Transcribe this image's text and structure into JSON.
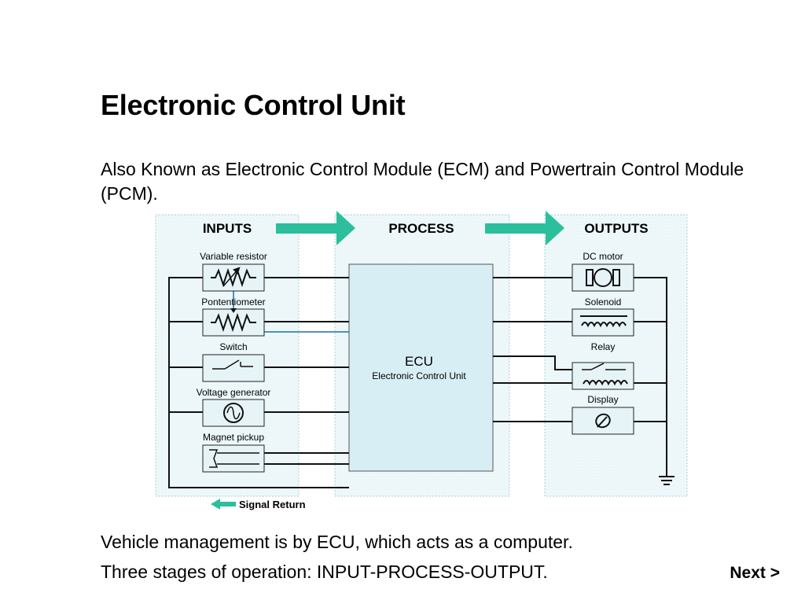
{
  "slide": {
    "title": "Electronic Control Unit",
    "subtitle": "Also Known as Electronic Control Module (ECM) and Powertrain Control Module (PCM).",
    "bullets": [
      "Vehicle management is by ECU, which acts as a computer.",
      "Three stages of operation: INPUT-PROCESS-OUTPUT."
    ],
    "next_label": "Next >"
  },
  "diagram": {
    "headers": {
      "inputs": "INPUTS",
      "process": "PROCESS",
      "outputs": "OUTPUTS"
    },
    "ecu": {
      "title": "ECU",
      "subtitle": "Electronic Control Unit"
    },
    "inputs": [
      "Variable resistor",
      "Pontentiometer",
      "Switch",
      "Voltage generator",
      "Magnet pickup"
    ],
    "outputs": [
      "DC motor",
      "Solenoid",
      "Relay",
      "Display"
    ],
    "signal_return": "Signal Return",
    "colors": {
      "panel_fill": "#eef8fa",
      "panel_border": "#a9cfd6",
      "ecu_fill": "#d7eef5",
      "arrow_fill": "#2bbf9d",
      "wire": "#111111",
      "signal_wire": "#1f6f9e"
    }
  }
}
